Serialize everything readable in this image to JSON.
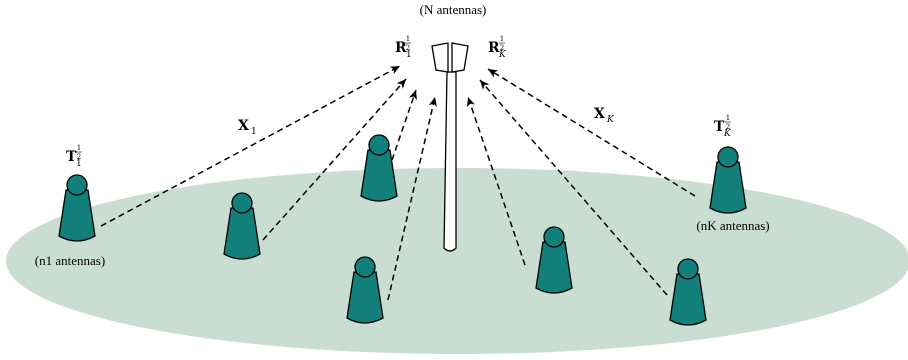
{
  "labels": {
    "bs_antennas": "(N antennas)",
    "user1_antennas": "(n1 antennas)",
    "userK_antennas": "(nK antennas)",
    "R1": "R",
    "R1_sub": "1",
    "RK": "R",
    "RK_sub": "K",
    "T1": "T",
    "T1_sub": "1",
    "TK": "T",
    "TK_sub": "K",
    "half_num": "1",
    "half_den": "2",
    "X1": "X",
    "X1_sub": "1",
    "XK": "X",
    "XK_sub": "K"
  },
  "colors": {
    "ground": "#c9ddd2",
    "user": "#127f7a",
    "stroke": "#000000",
    "tower": "#ffffff"
  }
}
